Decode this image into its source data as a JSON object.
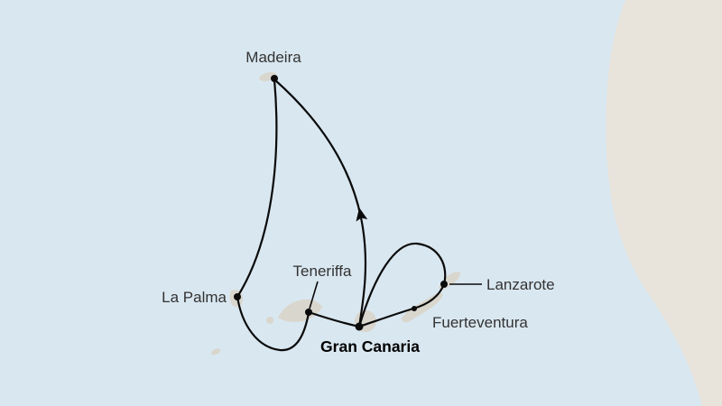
{
  "map": {
    "kind": "cruise-route-map",
    "colors": {
      "sea": "#d9e7f0",
      "land": "#e8e4dc",
      "island": "#d9d6cd",
      "route": "#0b0b0b",
      "label": "#333333",
      "label_emphasis": "#000000"
    },
    "ports": [
      {
        "name": "Madeira",
        "emphasis": "normal"
      },
      {
        "name": "La Palma",
        "emphasis": "normal"
      },
      {
        "name": "Teneriffa",
        "emphasis": "normal"
      },
      {
        "name": "Gran Canaria",
        "emphasis": "bold"
      },
      {
        "name": "Lanzarote",
        "emphasis": "normal"
      },
      {
        "name": "Fuerteventura",
        "emphasis": "normal"
      }
    ],
    "route_segments": [
      "Gran Canaria - Madeira (northbound arrow)",
      "Madeira - La Palma",
      "La Palma - Teneriffa (southern loop)",
      "Teneriffa - Gran Canaria",
      "Gran Canaria - Lanzarote (upper arc)",
      "Lanzarote - Fuerteventura - Gran Canaria (lower arc)"
    ],
    "icons": {
      "direction_arrow": "arrow-up-icon"
    }
  }
}
